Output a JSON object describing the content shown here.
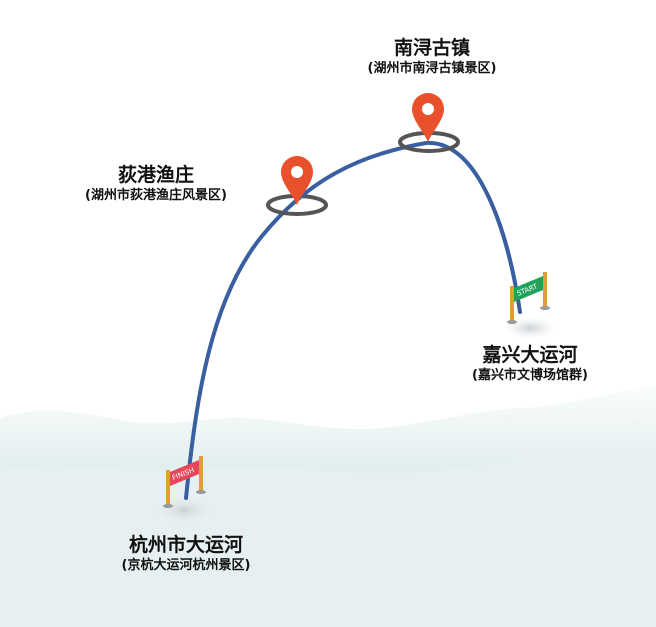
{
  "route": {
    "line_color": "#3a5fa0",
    "pin_color": "#e8512b",
    "ring_color": "#555555",
    "stops": [
      {
        "id": "nanxun",
        "name": "南浔古镇",
        "sub": "(湖州市南浔古镇景区)"
      },
      {
        "id": "huogang",
        "name": "荻港渔庄",
        "sub": "(湖州市荻港渔庄风景区)"
      },
      {
        "id": "jiaxing",
        "name": "嘉兴大运河",
        "sub": "(嘉兴市文博场馆群)"
      },
      {
        "id": "hangzhou",
        "name": "杭州市大运河",
        "sub": "(京杭大运河杭州景区)"
      }
    ],
    "start_label": "START",
    "finish_label": "FINISH",
    "start_flag_color": "#1fa35a",
    "finish_flag_color": "#e8455a"
  }
}
